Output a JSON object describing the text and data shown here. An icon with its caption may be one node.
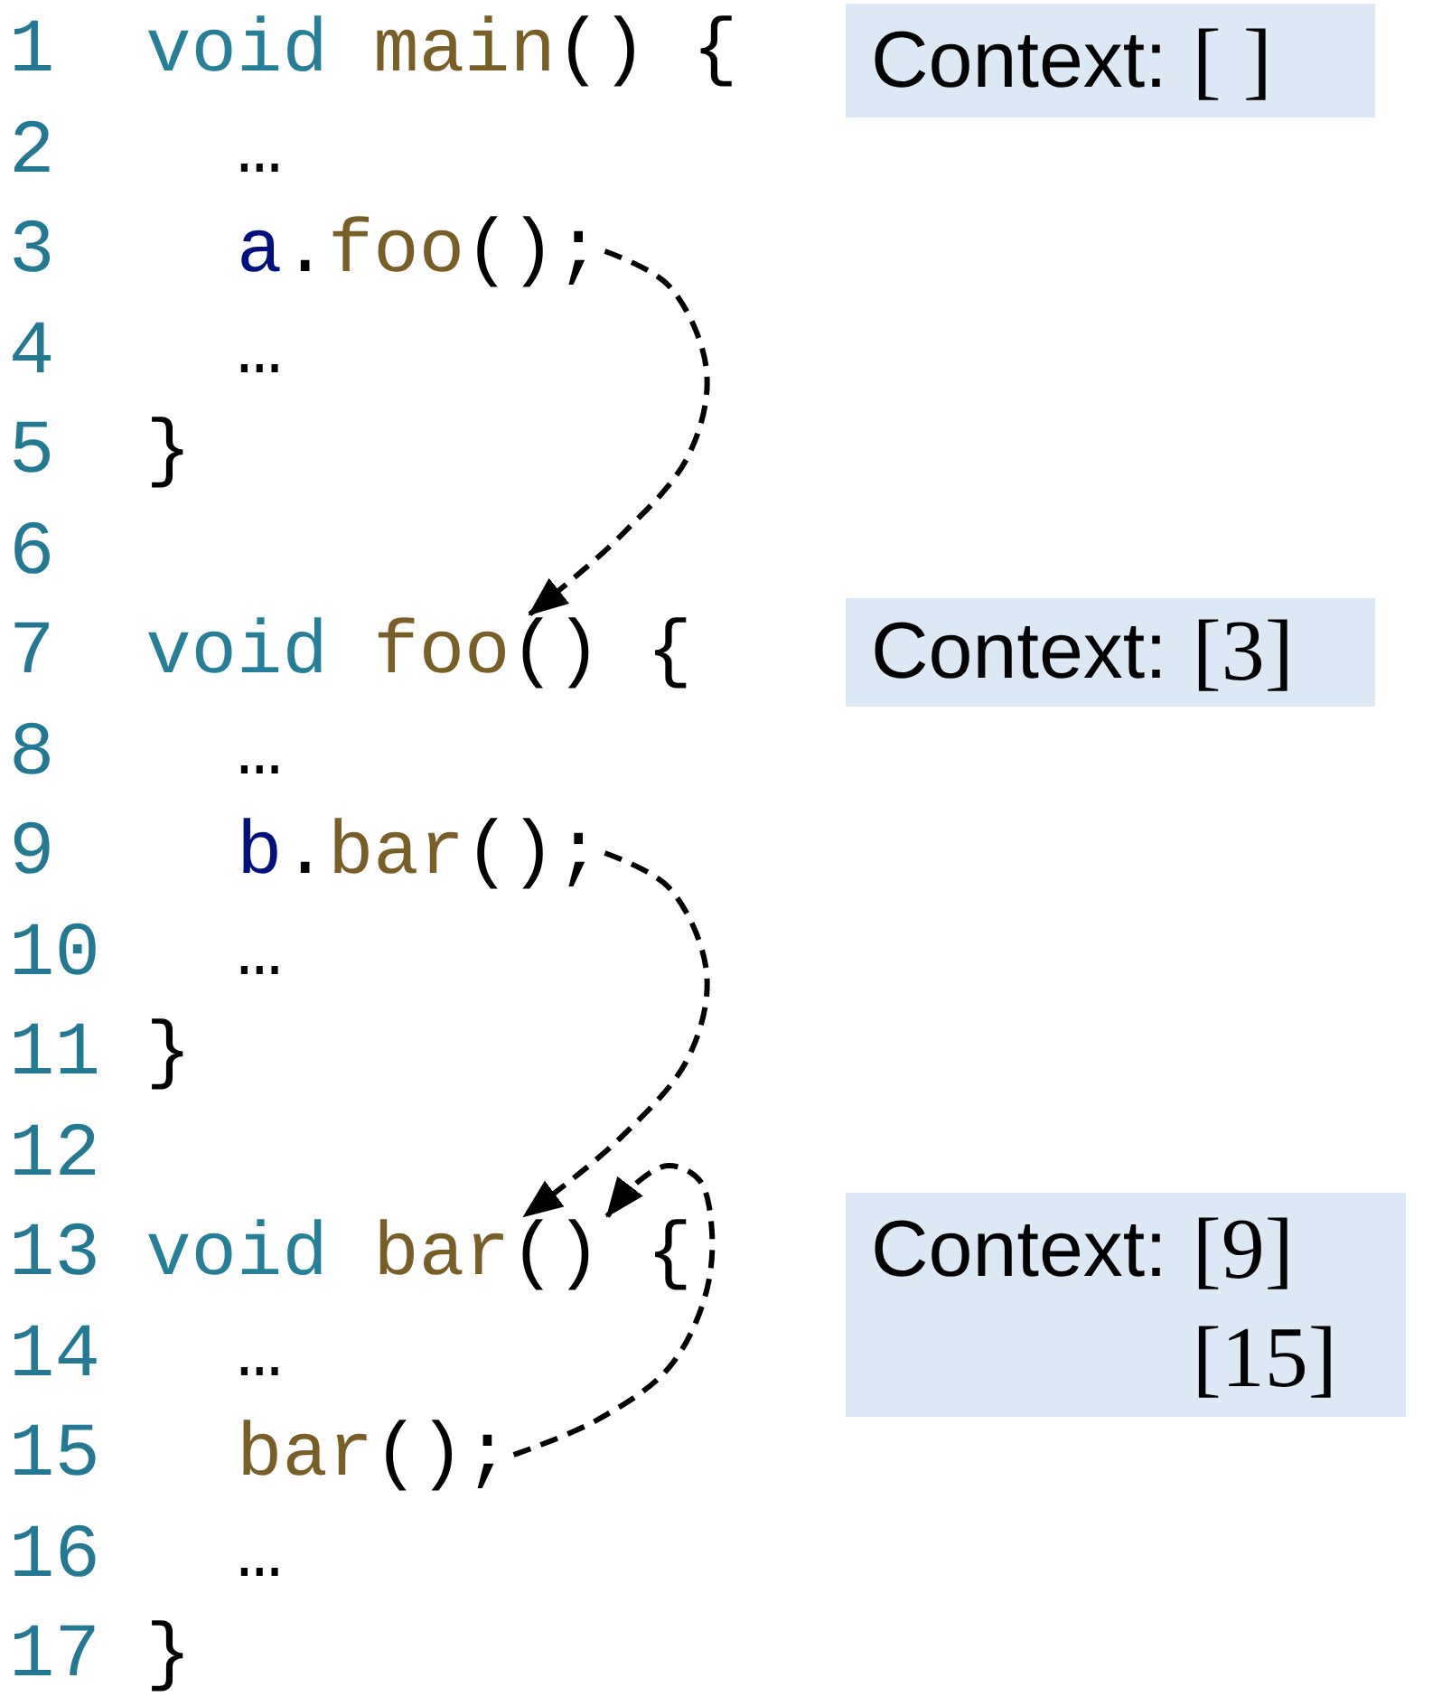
{
  "diagram": {
    "nodes": [
      {
        "text": [
          "Context:",
          "[ ]"
        ]
      },
      {
        "text": [
          "a.foo();"
        ]
      },
      {
        "text": [
          "void foo() {"
        ]
      },
      {
        "text": [
          "Context:",
          "[3]"
        ]
      },
      {
        "text": [
          "b.bar();"
        ]
      },
      {
        "text": [
          "void bar() {"
        ]
      },
      {
        "text": [
          "Context:",
          "[9]",
          "[15]"
        ]
      },
      {
        "text": [
          "bar();"
        ]
      }
    ],
    "edges": [
      {
        "from": 1,
        "to": 2,
        "arrow": "to",
        "style": "dashed"
      },
      {
        "from": 4,
        "to": 5,
        "arrow": "to",
        "style": "dashed"
      },
      {
        "from": 7,
        "to": 5,
        "arrow": "to",
        "style": "dashed"
      }
    ],
    "labels": [
      "1",
      "void main() {",
      "2",
      "…",
      "3",
      "4",
      "…",
      "5",
      "}",
      "6",
      "7",
      "8",
      "…",
      "9",
      "10",
      "…",
      "11",
      "}",
      "12",
      "13",
      "14",
      "…",
      "15",
      "16",
      "…",
      "17",
      "}"
    ]
  }
}
